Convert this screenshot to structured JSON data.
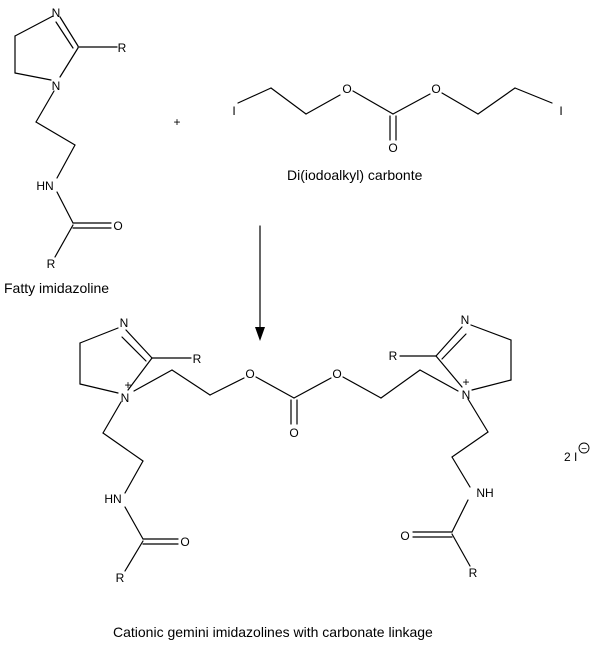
{
  "labels": {
    "fatty_imidazoline": "Fatty imidazoline",
    "carbonate": "Di(iodoalkyl) carbonte",
    "product": "Cationic gemini imidazolines with carbonate linkage",
    "plus": "+",
    "counter_ion": "2 I",
    "plus_charge": "+",
    "minus_charge": "−"
  },
  "atoms": {
    "N": "N",
    "R": "R",
    "O": "O",
    "I": "I",
    "HN": "HN",
    "NH": "NH"
  }
}
